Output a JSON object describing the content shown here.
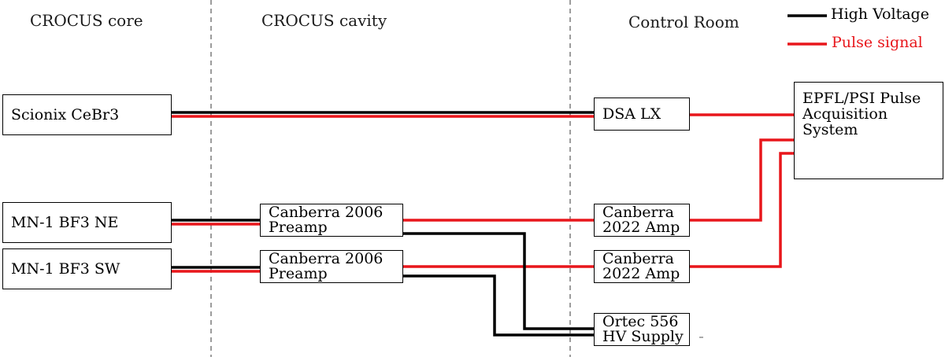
{
  "sections": {
    "core": "CROCUS core",
    "cavity": "CROCUS cavity",
    "control": "Control Room"
  },
  "legend": {
    "high_voltage": "High Voltage",
    "pulse_signal": "Pulse signal",
    "hv_color": "#000000",
    "pulse_color": "#e8161b"
  },
  "boxes": {
    "scionix": "Scionix CeBr3",
    "bf3_ne": "MN-1 BF3 NE",
    "bf3_sw": "MN-1 BF3 SW",
    "preamp_ne": {
      "line1": "Canberra 2006",
      "line2": "Preamp"
    },
    "preamp_sw": {
      "line1": "Canberra 2006",
      "line2": "Preamp"
    },
    "dsa": "DSA LX",
    "amp_ne": {
      "line1": "Canberra",
      "line2": "2022 Amp"
    },
    "amp_sw": {
      "line1": "Canberra",
      "line2": "2022 Amp"
    },
    "hv_supply": {
      "line1": "Ortec 556",
      "line2": "HV Supply"
    },
    "daq": {
      "line1": "EPFL/PSI Pulse",
      "line2": "Acquisition",
      "line3": "System"
    }
  }
}
